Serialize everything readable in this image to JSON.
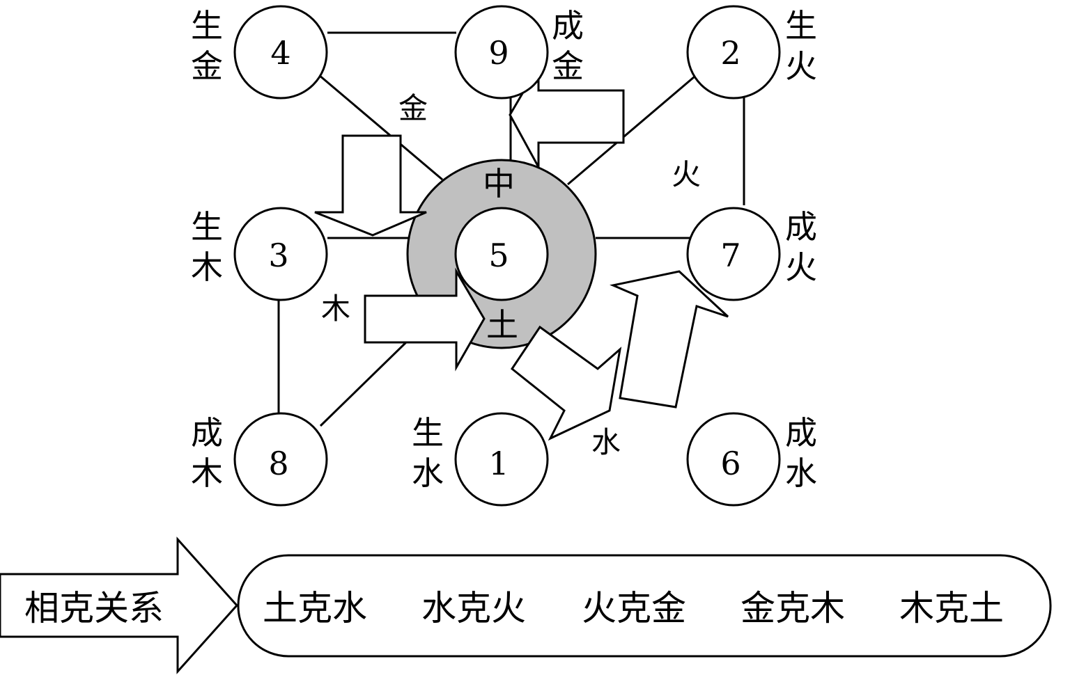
{
  "nodes": [
    {
      "id": "n4",
      "number": "4",
      "label": [
        "生",
        "金"
      ]
    },
    {
      "id": "n9",
      "number": "9",
      "label": [
        "成",
        "金"
      ]
    },
    {
      "id": "n2",
      "number": "2",
      "label": [
        "生",
        "火"
      ]
    },
    {
      "id": "n3",
      "number": "3",
      "label": [
        "生",
        "木"
      ]
    },
    {
      "id": "n5",
      "number": "5",
      "label": [
        "中",
        "土"
      ]
    },
    {
      "id": "n7",
      "number": "7",
      "label": [
        "成",
        "火"
      ]
    },
    {
      "id": "n8",
      "number": "8",
      "label": [
        "成",
        "木"
      ]
    },
    {
      "id": "n1",
      "number": "1",
      "label": [
        "生",
        "水"
      ]
    },
    {
      "id": "n6",
      "number": "6",
      "label": [
        "成",
        "水"
      ]
    }
  ],
  "zones": {
    "metal": "金",
    "fire": "火",
    "wood": "木",
    "water": "水"
  },
  "colors": {
    "center_ring": "#c0c0c0",
    "stroke": "#000000",
    "fill": "#ffffff"
  },
  "legend": {
    "title": "相克关系",
    "relations": [
      "土克水",
      "水克火",
      "火克金",
      "金克木",
      "木克土"
    ]
  }
}
